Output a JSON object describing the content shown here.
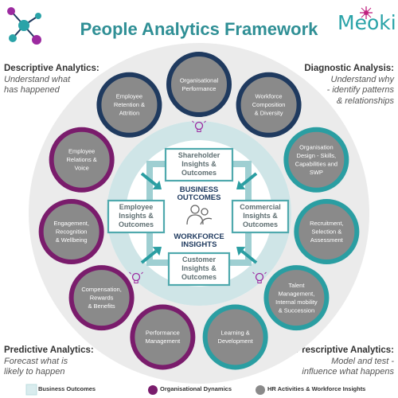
{
  "title": "People Analytics Framework",
  "brand": "Meoki",
  "corners": {
    "top_left": {
      "heading": "Descriptive Analytics:",
      "sub": [
        "Understand what",
        "has happened"
      ]
    },
    "top_right": {
      "heading": "Diagnostic Analysis:",
      "sub": [
        "Understand why",
        "- identify patterns",
        "& relationships"
      ]
    },
    "bottom_left": {
      "heading": "Predictive Analytics:",
      "sub": [
        "Forecast what is",
        "likely to happen"
      ]
    },
    "bottom_right": {
      "heading": "Prescriptive Analytics:",
      "sub": [
        "Model and test -",
        "influence what happens"
      ]
    }
  },
  "outer_circles": [
    {
      "lines": [
        "Organisational",
        "Performance"
      ],
      "ring": "navy"
    },
    {
      "lines": [
        "Workforce",
        "Composition",
        "& Diversity"
      ],
      "ring": "navy"
    },
    {
      "lines": [
        "Organisation",
        "Design - Skills,",
        "Capabilities and",
        "SWP"
      ],
      "ring": "teal"
    },
    {
      "lines": [
        "Recruitment,",
        "Selection &",
        "Assessment"
      ],
      "ring": "teal"
    },
    {
      "lines": [
        "Talent",
        "Management,",
        "Internal mobility",
        "& Succession"
      ],
      "ring": "teal"
    },
    {
      "lines": [
        "Learning &",
        "Development"
      ],
      "ring": "teal"
    },
    {
      "lines": [
        "Performance",
        "Management"
      ],
      "ring": "purple"
    },
    {
      "lines": [
        "Compensation,",
        "Rewards",
        "& Benefits"
      ],
      "ring": "purple"
    },
    {
      "lines": [
        "Engagement,",
        "Recognition",
        "& Wellbeing"
      ],
      "ring": "purple"
    },
    {
      "lines": [
        "Employee",
        "Relations &",
        "Voice"
      ],
      "ring": "purple"
    },
    {
      "lines": [
        "Employee",
        "Retention &",
        "Attrition"
      ],
      "ring": "navy"
    }
  ],
  "insight_boxes": {
    "top": [
      "Shareholder",
      "Insights &",
      "Outcomes"
    ],
    "left": [
      "Employee",
      "Insights &",
      "Outcomes"
    ],
    "right": [
      "Commercial",
      "Insights &",
      "Outcomes"
    ],
    "bottom": [
      "Customer",
      "Insights &",
      "Outcomes"
    ]
  },
  "center": {
    "business": [
      "BUSINESS",
      "OUTCOMES"
    ],
    "workforce": [
      "WORKFORCE",
      "INSIGHTS"
    ]
  },
  "legend": [
    {
      "label": "Business Outcomes",
      "color": "#d9ecee"
    },
    {
      "label": "Organisational Dynamics",
      "color": "#7a1c6c"
    },
    {
      "label": "HR Activities & Workforce Insights",
      "color": "#8a8a8a"
    }
  ],
  "colors": {
    "navy": "#1f3a5f",
    "teal": "#2a9ea2",
    "purple": "#7a1c6c",
    "grey": "#8a8a8a",
    "pale_teal": "#cfe5e7",
    "outer_grey": "#ebebeb",
    "text_teal": "#2f8f95"
  },
  "icons": [
    "network-logo-icon",
    "lightbulb-icon",
    "arrow-icon",
    "people-icon"
  ]
}
